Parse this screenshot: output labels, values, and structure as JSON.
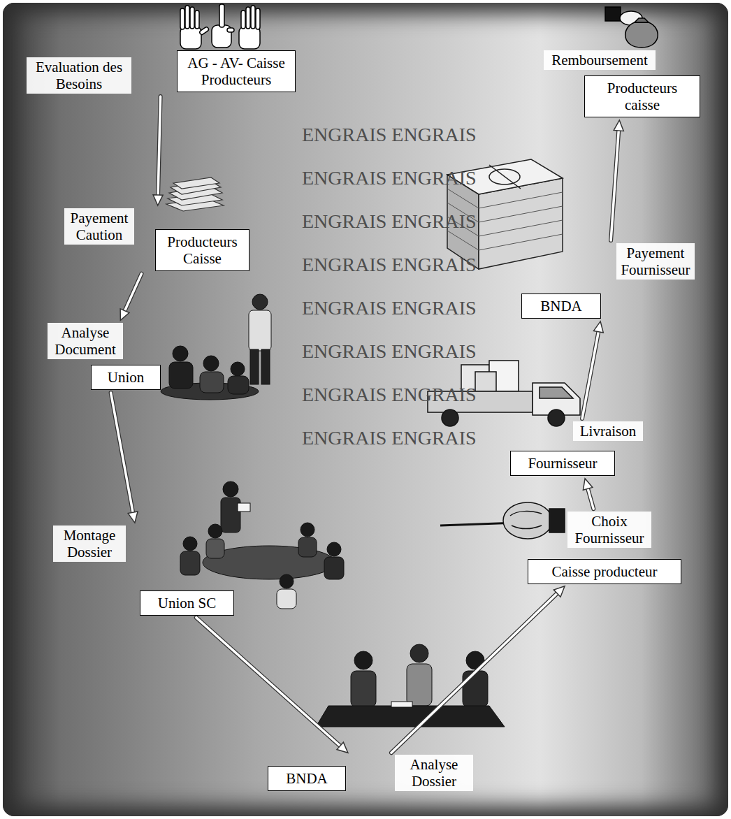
{
  "diagram": {
    "nodes": [
      {
        "text": [
          "Evaluation des Besoins",
          "AG - AV- Caisse Producteurs"
        ]
      },
      {
        "text": [
          "Payement Caution",
          "Producteurs Caisse"
        ]
      },
      {
        "text": [
          "Analyse Document",
          "Union"
        ]
      },
      {
        "text": [
          "Montage Dossier",
          "Union SC"
        ]
      },
      {
        "text": [
          "Analyse Dossier",
          "BNDA"
        ]
      },
      {
        "text": [
          "Choix Fournisseur",
          "Caisse producteur"
        ]
      },
      {
        "text": [
          "Livraison",
          "Fournisseur"
        ]
      },
      {
        "text": [
          "Payement Fournisseur",
          "BNDA"
        ]
      },
      {
        "text": [
          "Remboursement",
          "Producteurs caisse"
        ]
      }
    ],
    "edges": [
      {
        "from": 0,
        "to": 1,
        "arrow": "to"
      },
      {
        "from": 1,
        "to": 2,
        "arrow": "to"
      },
      {
        "from": 2,
        "to": 3,
        "arrow": "to"
      },
      {
        "from": 3,
        "to": 4,
        "arrow": "to"
      },
      {
        "from": 4,
        "to": 5,
        "arrow": "to"
      },
      {
        "from": 5,
        "to": 6,
        "arrow": "to"
      },
      {
        "from": 6,
        "to": 7,
        "arrow": "to"
      },
      {
        "from": 7,
        "to": 8,
        "arrow": "to"
      }
    ],
    "labels": [
      "ENGRAIS ENGRAIS",
      "ENGRAIS ENGRAIS",
      "ENGRAIS ENGRAIS",
      "ENGRAIS ENGRAIS",
      "ENGRAIS ENGRAIS",
      "ENGRAIS ENGRAIS",
      "ENGRAIS ENGRAIS",
      "ENGRAIS ENGRAIS"
    ]
  }
}
